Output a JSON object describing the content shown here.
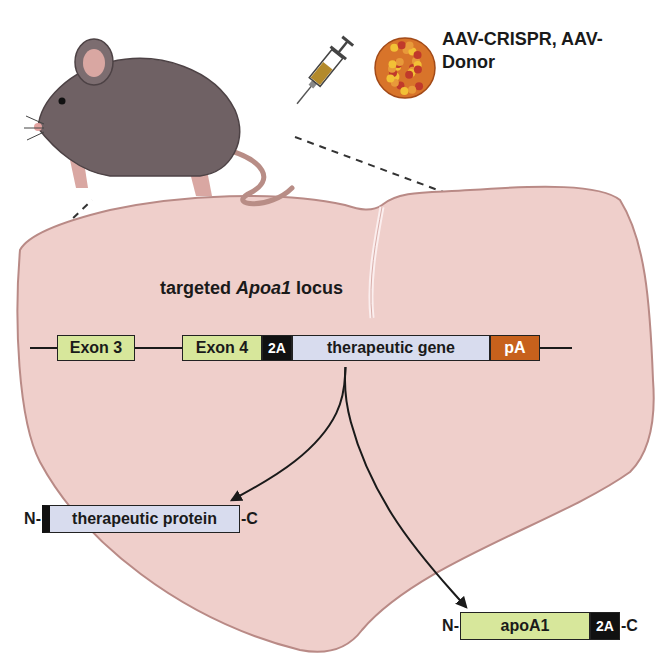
{
  "diagram": {
    "nodes": [
      {
        "text": [
          "Exon 3"
        ]
      },
      {
        "text": [
          "Exon 4"
        ]
      },
      {
        "text": [
          "2A"
        ]
      },
      {
        "text": [
          "therapeutic gene"
        ]
      },
      {
        "text": [
          "pA"
        ]
      },
      {
        "text": [
          "therapeutic protein"
        ]
      },
      {
        "text": [
          "apoA1"
        ]
      },
      {
        "text": [
          "2A"
        ]
      }
    ],
    "edges": [
      {
        "from": 3,
        "to": 5,
        "arrow": "to"
      },
      {
        "from": 3,
        "to": 6,
        "arrow": "to"
      }
    ],
    "labels": [
      "AAV-CRISPR, AAV-Donor",
      "targeted Apoa1 locus",
      "N-",
      "-C",
      "N-",
      "-C"
    ]
  }
}
